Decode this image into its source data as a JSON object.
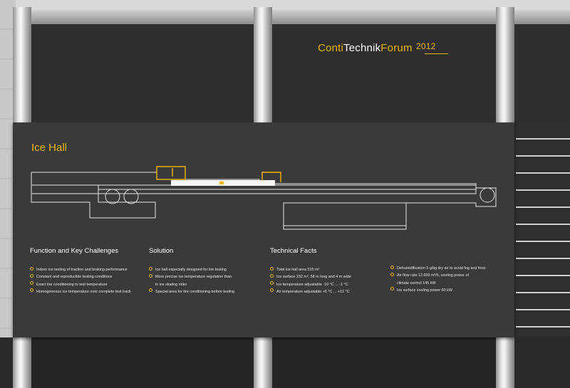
{
  "logo": {
    "part1": "Conti",
    "part2": "Technik",
    "part3": "Forum",
    "year": "2012"
  },
  "sign": {
    "title": "Ice Hall",
    "columns": [
      {
        "heading": "Function and Key Challenges",
        "items": [
          "Indoor ice testing of traction and braking performance",
          "Constant and reproducible testing conditions",
          "Exact tire conditioning to test temperature",
          "Homogeneous ice temperature over complete test track"
        ]
      },
      {
        "heading": "Solution",
        "items": [
          "Ice hall especially designed for tire testing",
          "More precise ice temperature regulation than",
          "in ice skating rinks",
          "Special area for tire conditioning before testing"
        ]
      },
      {
        "heading": "Technical Facts",
        "items": [
          "Total ice hall area 515 m²",
          "Ice surface 232 m², 58 m long and 4 m wide",
          "Ice temperature adjustable -10 °C ... -1 °C",
          "Air temperature adjustable +5 °C ... +12 °C"
        ]
      },
      {
        "heading": "",
        "items": [
          "Dehumidification 5 g/kg dry air to avoid fog and frost",
          "Air flow rate 12.600 m³/h, cooling power of",
          "climate control 145 kW",
          "Ice surface cooling power 60 kW"
        ]
      }
    ]
  },
  "colors": {
    "accent": "#f1b500",
    "sign_background": "#3a3a3a",
    "panel_background": "#2e2e2e",
    "text": "#ffffff"
  }
}
